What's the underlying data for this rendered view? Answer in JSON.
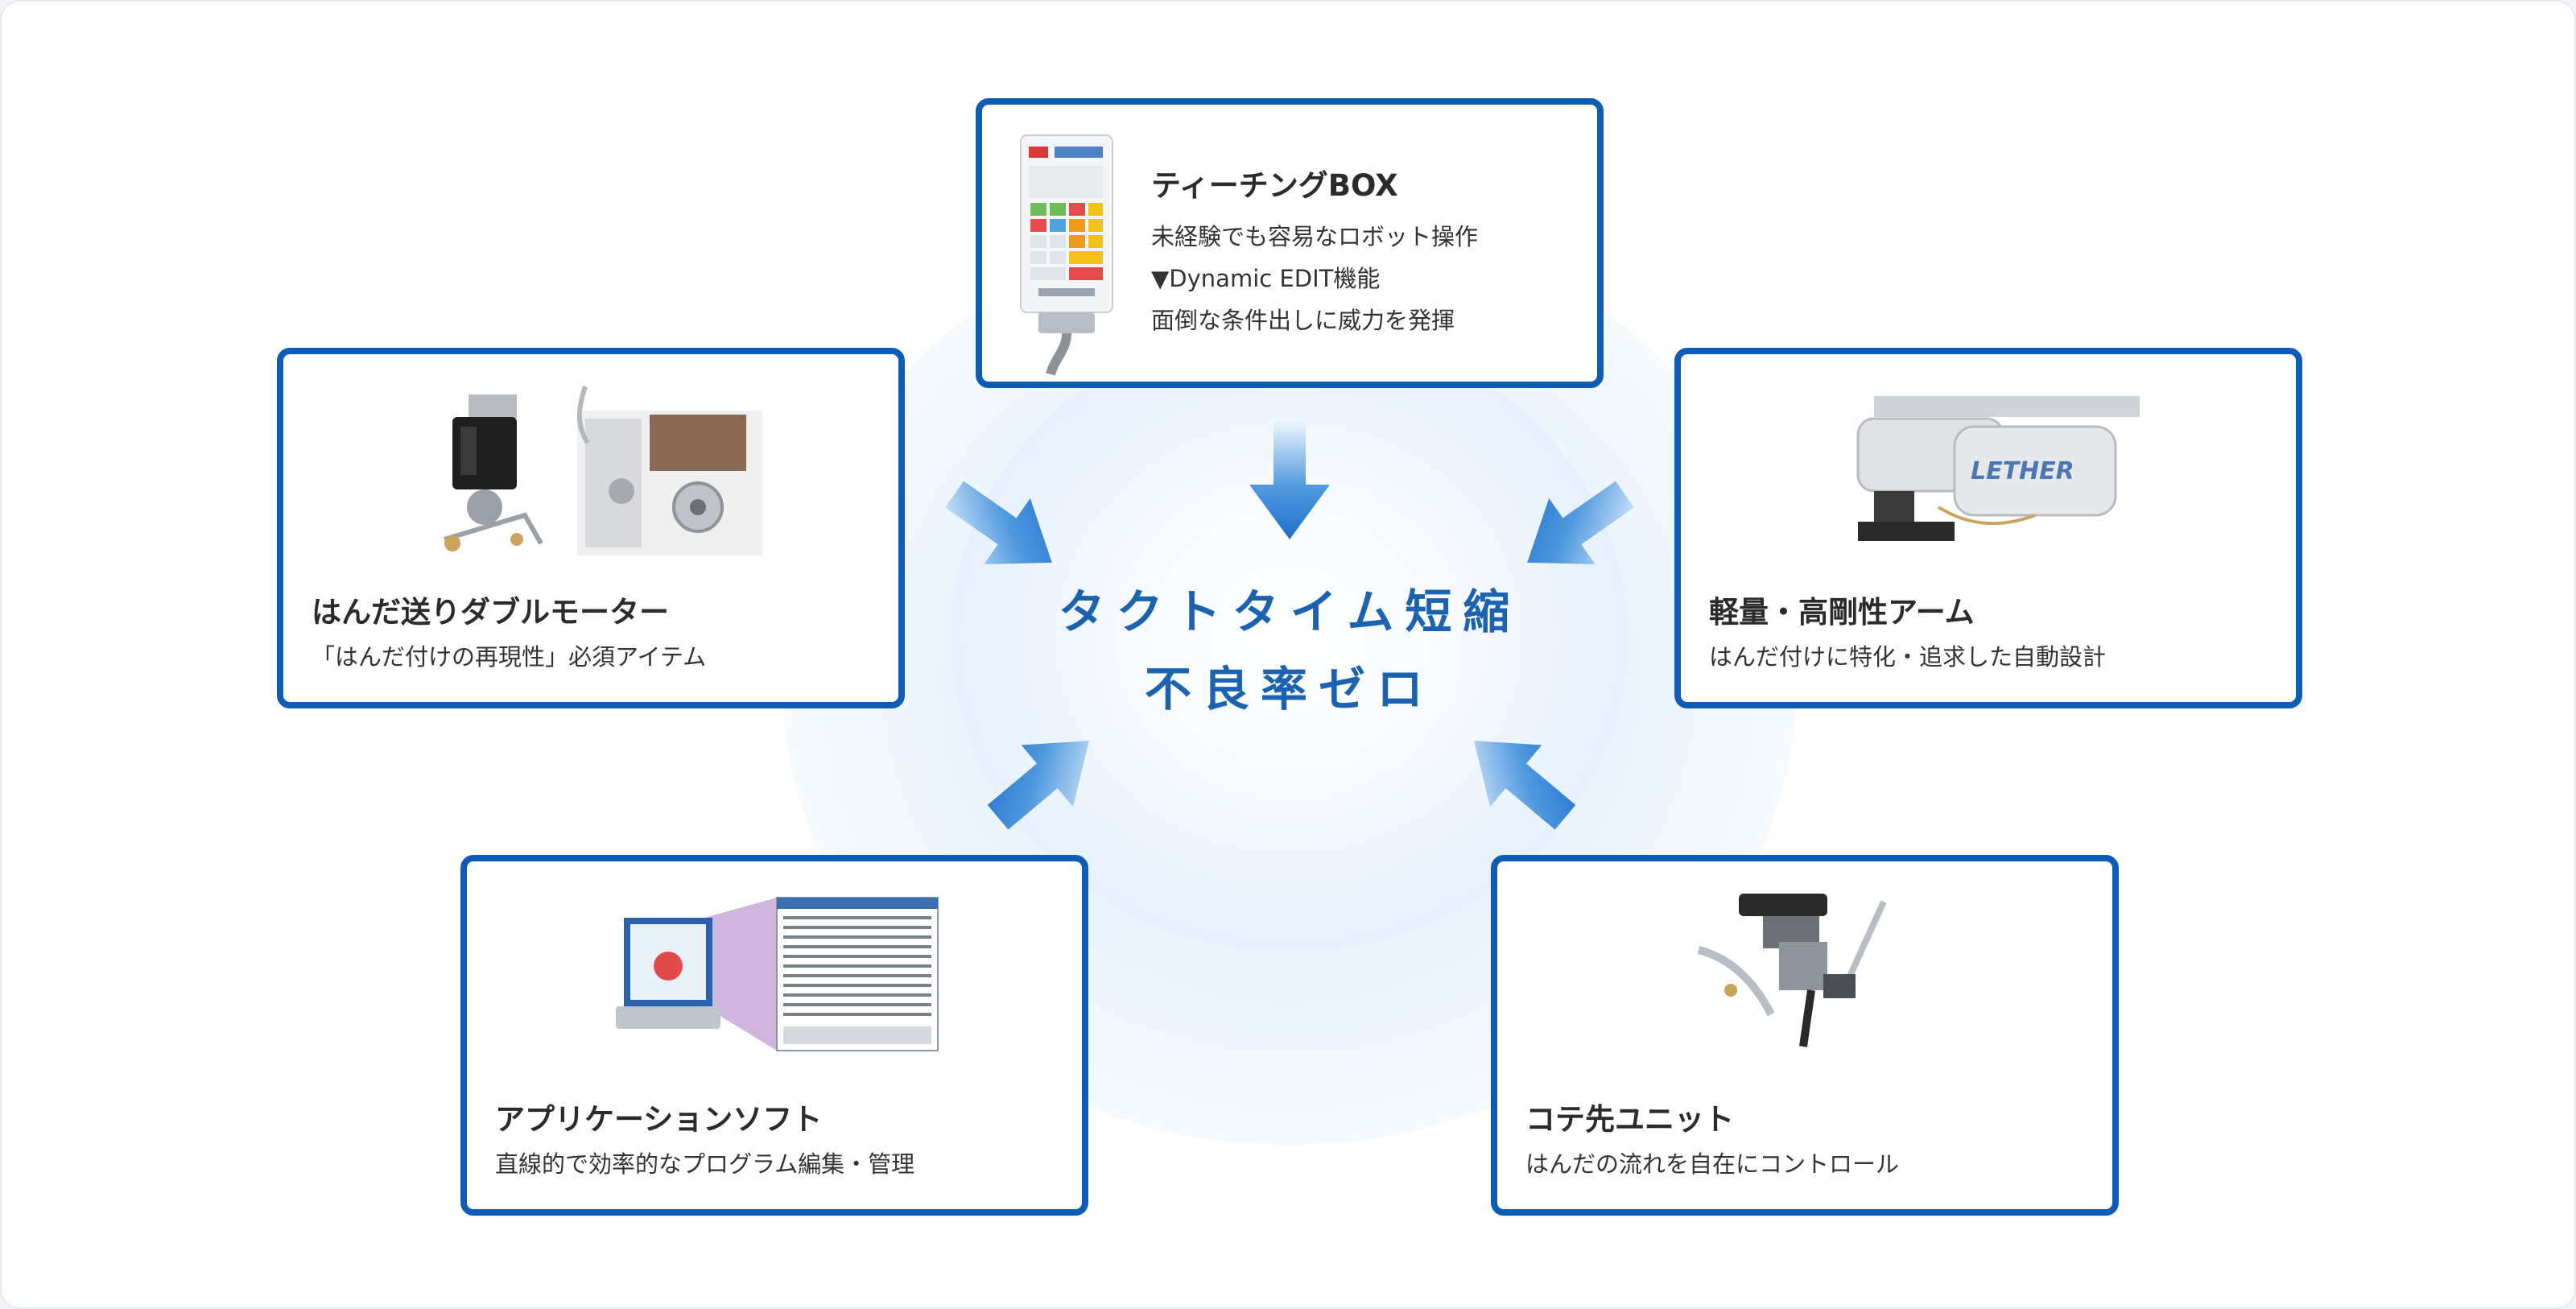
{
  "center": {
    "line1": "タクトタイム短縮",
    "line2": "不良率ゼロ"
  },
  "cards": {
    "teaching_box": {
      "title": "ティーチングBOX",
      "lines": [
        "未経験でも容易なロボット操作",
        "▼Dynamic EDIT機能",
        "面倒な条件出しに威力を発揮"
      ]
    },
    "double_motor": {
      "title": "はんだ送りダブルモーター",
      "desc": "「はんだ付けの再現性」必須アイテム"
    },
    "arm": {
      "title": "軽量・高剛性アーム",
      "desc": "はんだ付けに特化・追求した自動設計",
      "logo_text": "LETHER"
    },
    "software": {
      "title": "アプリケーションソフト",
      "desc": "直線的で効率的なプログラム編集・管理"
    },
    "tip_unit": {
      "title": "コテ先ユニット",
      "desc": "はんだの流れを自在にコントロール"
    }
  },
  "colors": {
    "accent": "#0d5db7",
    "center_text": "#1b62b0",
    "arrow": "#3f8fdc"
  }
}
